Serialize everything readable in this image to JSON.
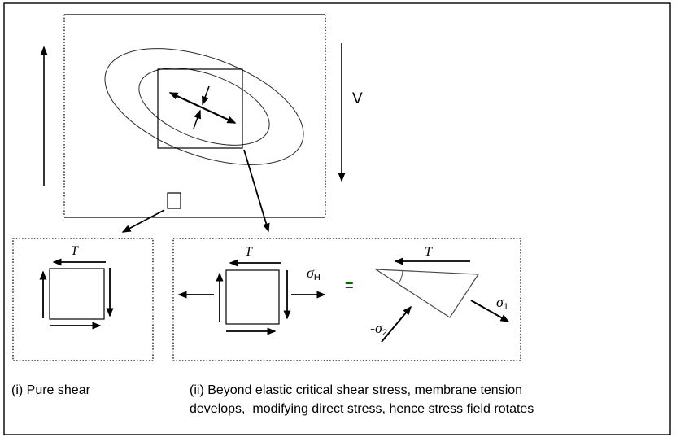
{
  "colors": {
    "ink": "#000000",
    "equals_green": "#006400",
    "background": "#ffffff"
  },
  "panel": {
    "shear_force_label": "V"
  },
  "box_pure_shear": {
    "shear_stress_label": "T",
    "caption": "(i) Pure shear"
  },
  "box_membrane_tension": {
    "shear_stress_label": "T",
    "sigma_h": {
      "base": "σ",
      "sub": "H"
    },
    "equals": "=",
    "triangle_shear_label": "T",
    "sigma_1": {
      "base": "σ",
      "sub": "1"
    },
    "sigma_2": {
      "base": "-σ",
      "sub": "2"
    },
    "caption_line1": "(ii) Beyond elastic critical shear stress, membrane tension",
    "caption_line2": "develops,  modifying direct stress, hence stress field rotates"
  }
}
